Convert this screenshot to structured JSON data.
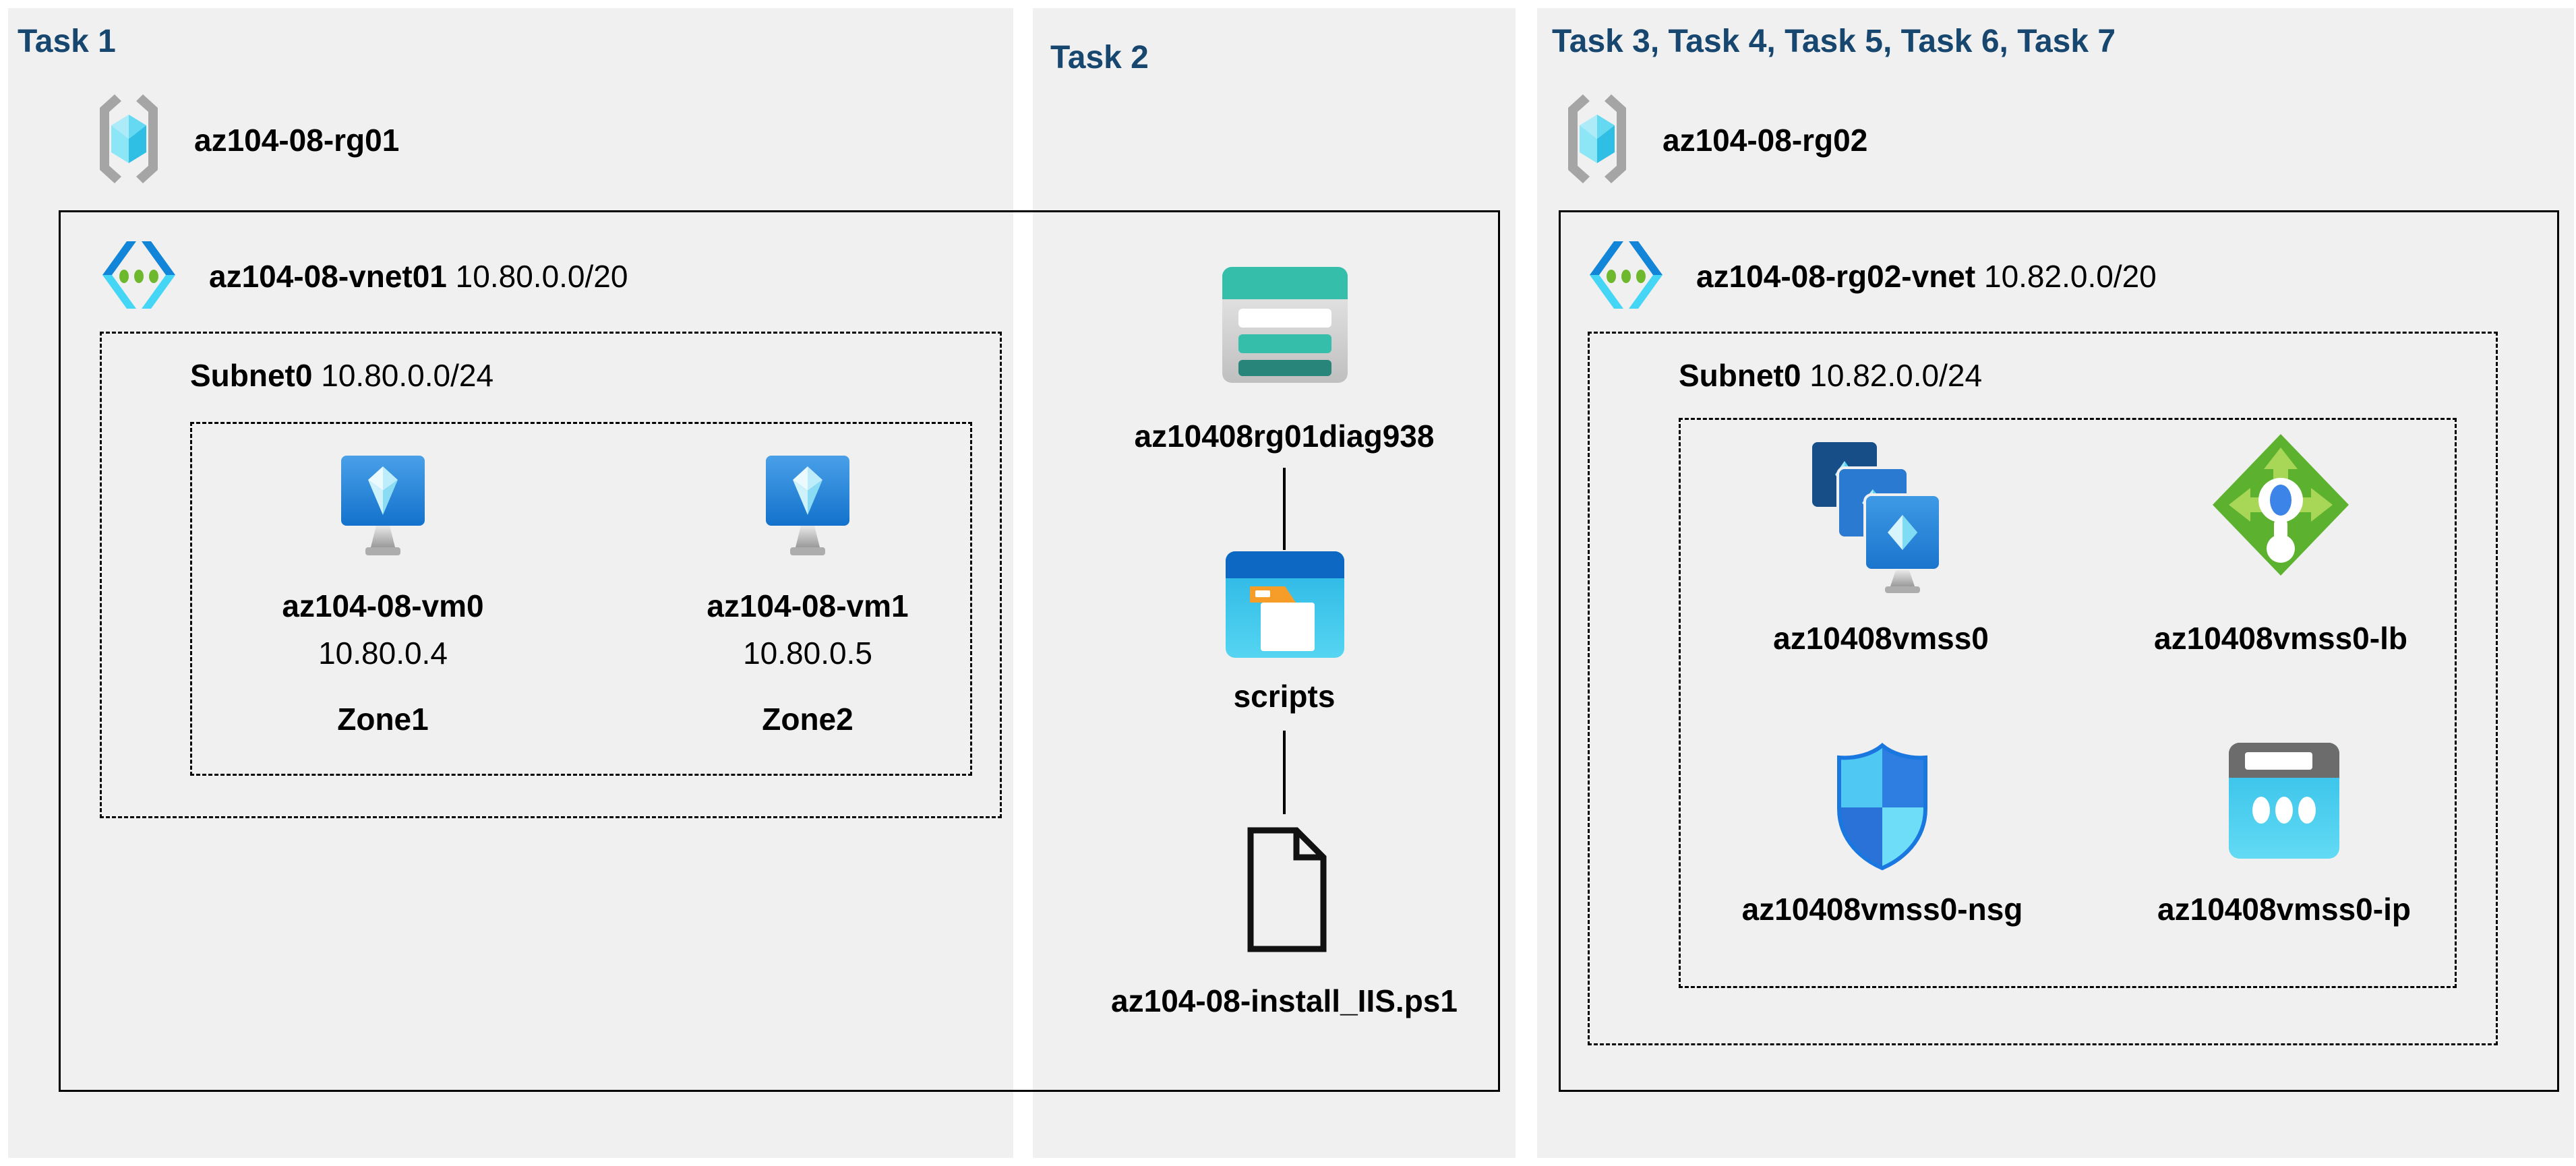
{
  "colors": {
    "page_background": "#ffffff",
    "panel_background": "#f0f0f0",
    "task_title": "#17466F",
    "border": "#000000",
    "storage_teal": "#35bfab",
    "storage_teal_dark": "#27857a",
    "vnet_blue": "#1285d8",
    "vnet_cyan": "#45d5f5",
    "vnet_dot_green": "#6eb82e",
    "lb_green": "#5cb22e",
    "nsg_blue": "#2e7ee2",
    "ip_cyan": "#2ebde8"
  },
  "tasks": {
    "task1": {
      "title": "Task 1",
      "resource_group": "az104-08-rg01",
      "vnet_name": "az104-08-vnet01",
      "vnet_cidr": "10.80.0.0/20",
      "subnet_name": "Subnet0",
      "subnet_cidr": "10.80.0.0/24",
      "vms": [
        {
          "name": "az104-08-vm0",
          "ip": "10.80.0.4",
          "zone": "Zone1"
        },
        {
          "name": "az104-08-vm1",
          "ip": "10.80.0.5",
          "zone": "Zone2"
        }
      ]
    },
    "task2": {
      "title": "Task 2",
      "storage_account": "az10408rg01diag938",
      "container": "scripts",
      "file": "az104-08-install_IIS.ps1"
    },
    "task3": {
      "title": "Task 3, Task 4, Task 5, Task 6, Task 7",
      "resource_group": "az104-08-rg02",
      "vnet_name": "az104-08-rg02-vnet",
      "vnet_cidr": "10.82.0.0/20",
      "subnet_name": "Subnet0",
      "subnet_cidr": "10.82.0.0/24",
      "resources": [
        {
          "name": "az10408vmss0",
          "type": "vm-scale-set"
        },
        {
          "name": "az10408vmss0-lb",
          "type": "load-balancer"
        },
        {
          "name": "az10408vmss0-nsg",
          "type": "network-security-group"
        },
        {
          "name": "az10408vmss0-ip",
          "type": "public-ip"
        }
      ]
    }
  }
}
